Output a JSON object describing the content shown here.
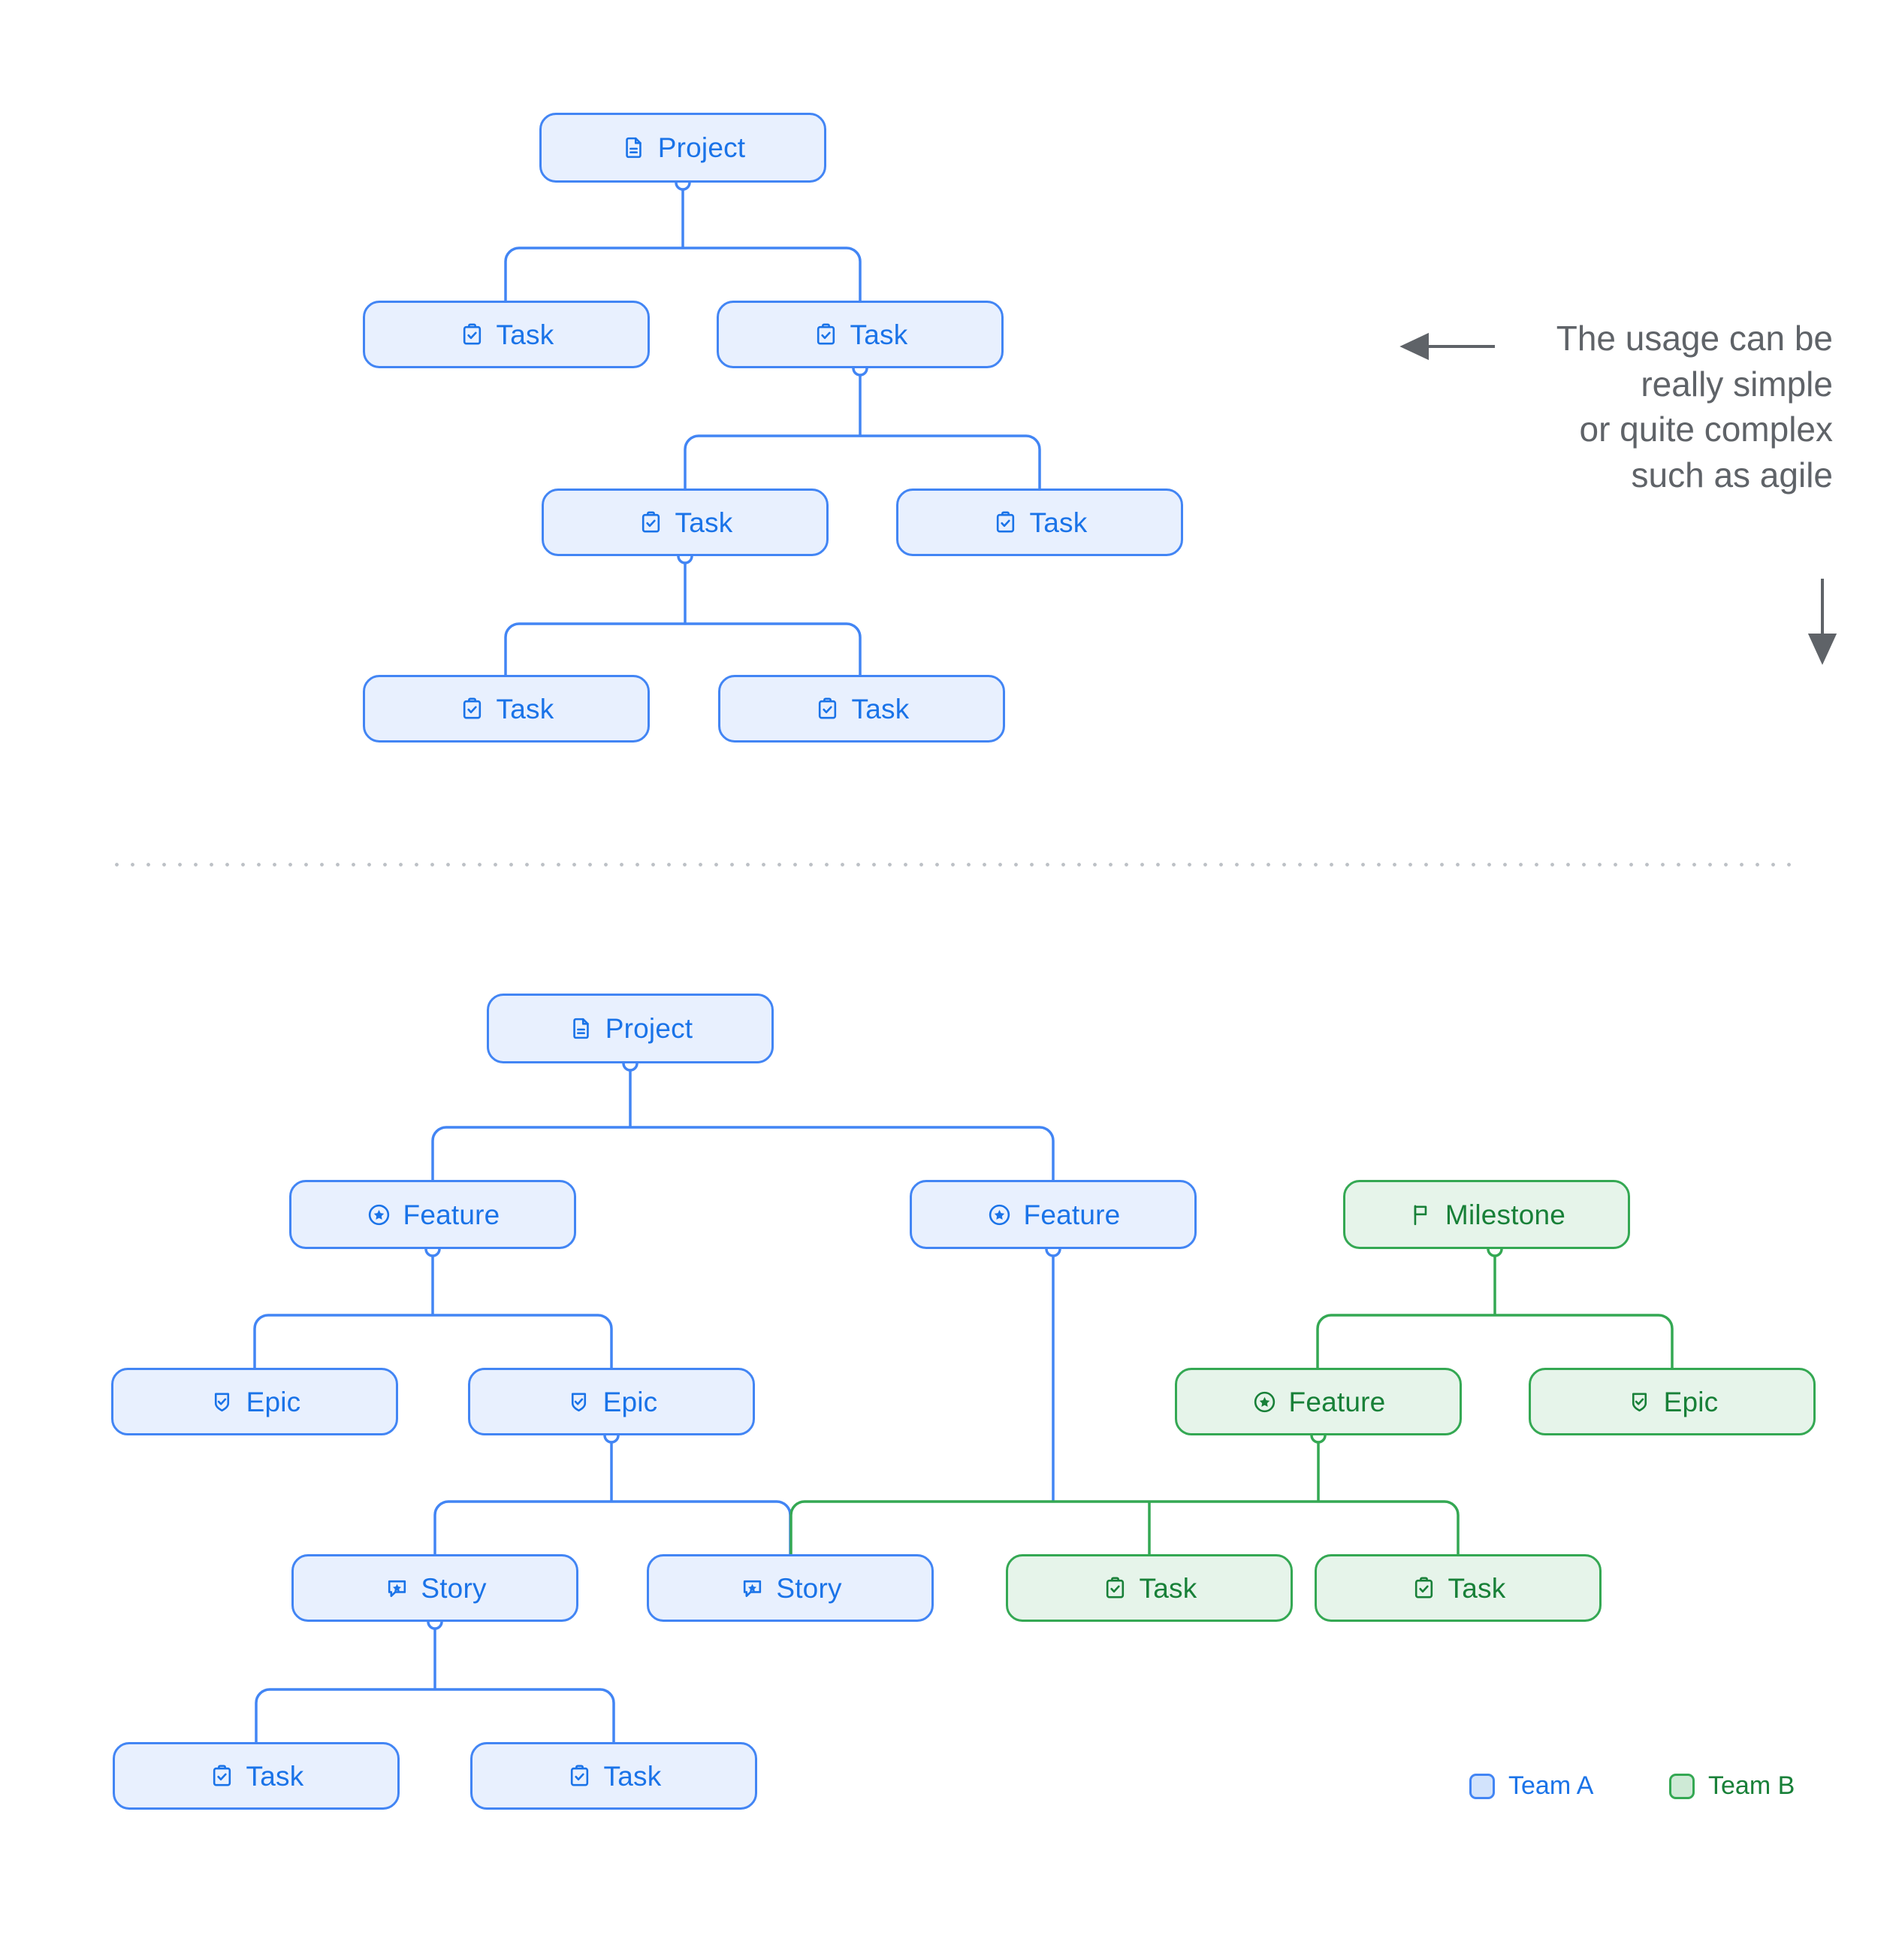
{
  "diagram": {
    "title": "Project hierarchy tree diagrams",
    "colors": {
      "team_a_border": "#4285f4",
      "team_a_fill": "#e8f0fe",
      "team_a_text": "#1a73e8",
      "team_b_border": "#34a853",
      "team_b_fill": "#e6f4ea",
      "team_b_text": "#188038",
      "note_text": "#5f6368",
      "divider": "#bdc1c6",
      "background": "#ffffff"
    }
  },
  "annotation": {
    "lines": [
      "The usage can be",
      "really simple",
      "or quite complex",
      "such as agile"
    ],
    "left_arrow_icon": "arrow-left-icon",
    "down_arrow_icon": "arrow-down-icon"
  },
  "legend": {
    "items": [
      {
        "label": "Team A",
        "swatch": "square-blue-icon",
        "color": "#1a73e8"
      },
      {
        "label": "Team B",
        "swatch": "square-green-icon",
        "color": "#188038"
      }
    ]
  },
  "top_diagram": {
    "name": "simple-task-tree",
    "nodes": [
      {
        "id": "t-project",
        "label": "Project",
        "icon": "document-icon",
        "team": "A"
      },
      {
        "id": "t-task-1",
        "label": "Task",
        "icon": "clipboard-check-icon",
        "team": "A"
      },
      {
        "id": "t-task-2",
        "label": "Task",
        "icon": "clipboard-check-icon",
        "team": "A"
      },
      {
        "id": "t-task-3",
        "label": "Task",
        "icon": "clipboard-check-icon",
        "team": "A"
      },
      {
        "id": "t-task-4",
        "label": "Task",
        "icon": "clipboard-check-icon",
        "team": "A"
      },
      {
        "id": "t-task-5",
        "label": "Task",
        "icon": "clipboard-check-icon",
        "team": "A"
      },
      {
        "id": "t-task-6",
        "label": "Task",
        "icon": "clipboard-check-icon",
        "team": "A"
      }
    ]
  },
  "bottom_diagram": {
    "name": "agile-hierarchy-tree",
    "nodes": [
      {
        "id": "b-project",
        "label": "Project",
        "icon": "document-icon",
        "team": "A"
      },
      {
        "id": "b-feature-1",
        "label": "Feature",
        "icon": "star-circle-icon",
        "team": "A"
      },
      {
        "id": "b-feature-2",
        "label": "Feature",
        "icon": "star-circle-icon",
        "team": "A"
      },
      {
        "id": "b-milestone",
        "label": "Milestone",
        "icon": "flag-icon",
        "team": "B"
      },
      {
        "id": "b-epic-1",
        "label": "Epic",
        "icon": "shield-check-icon",
        "team": "A"
      },
      {
        "id": "b-epic-2",
        "label": "Epic",
        "icon": "shield-check-icon",
        "team": "A"
      },
      {
        "id": "b-feature-3",
        "label": "Feature",
        "icon": "star-circle-icon",
        "team": "B"
      },
      {
        "id": "b-epic-3",
        "label": "Epic",
        "icon": "shield-check-icon",
        "team": "B"
      },
      {
        "id": "b-story-1",
        "label": "Story",
        "icon": "comment-star-icon",
        "team": "A"
      },
      {
        "id": "b-story-2",
        "label": "Story",
        "icon": "comment-star-icon",
        "team": "A"
      },
      {
        "id": "b-task-1",
        "label": "Task",
        "icon": "clipboard-check-icon",
        "team": "B"
      },
      {
        "id": "b-task-2",
        "label": "Task",
        "icon": "clipboard-check-icon",
        "team": "B"
      },
      {
        "id": "b-task-3",
        "label": "Task",
        "icon": "clipboard-check-icon",
        "team": "A"
      },
      {
        "id": "b-task-4",
        "label": "Task",
        "icon": "clipboard-check-icon",
        "team": "A"
      }
    ]
  }
}
